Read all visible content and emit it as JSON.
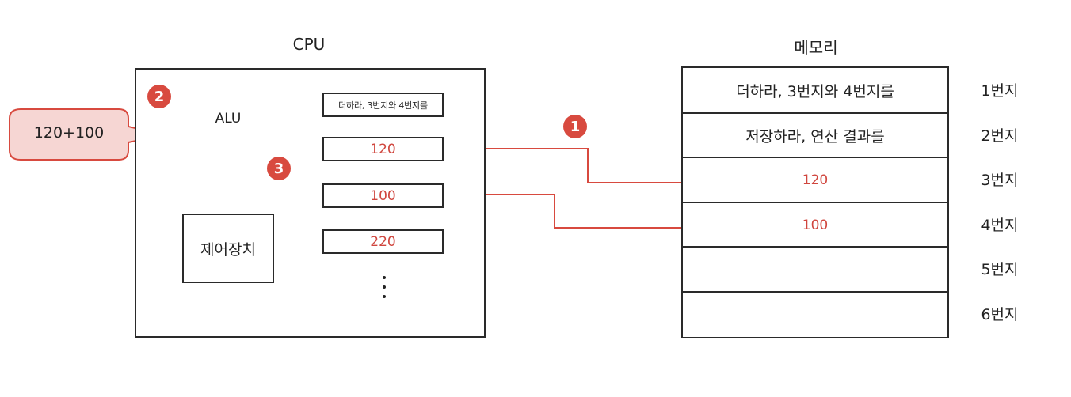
{
  "cpu": {
    "title": "CPU",
    "alu_label": "ALU",
    "control_unit_label": "제어장치",
    "registers": [
      "더하라, 3번지와 4번지를",
      "120",
      "100",
      "220"
    ],
    "more_indicator": "⋮"
  },
  "memory": {
    "title": "메모리",
    "cells": [
      {
        "content": "더하라, 3번지와 4번지를",
        "address": "1번지"
      },
      {
        "content": "저장하라, 연산 결과를",
        "address": "2번지"
      },
      {
        "content": "120",
        "address": "3번지"
      },
      {
        "content": "100",
        "address": "4번지"
      },
      {
        "content": "",
        "address": "5번지"
      },
      {
        "content": "",
        "address": "6번지"
      }
    ]
  },
  "callout": {
    "text": "120+100"
  },
  "steps": [
    "1",
    "2",
    "3"
  ],
  "colors": {
    "accent": "#d84a3f",
    "line": "#2a2a2a",
    "callout_fill": "#f6d6d3"
  }
}
